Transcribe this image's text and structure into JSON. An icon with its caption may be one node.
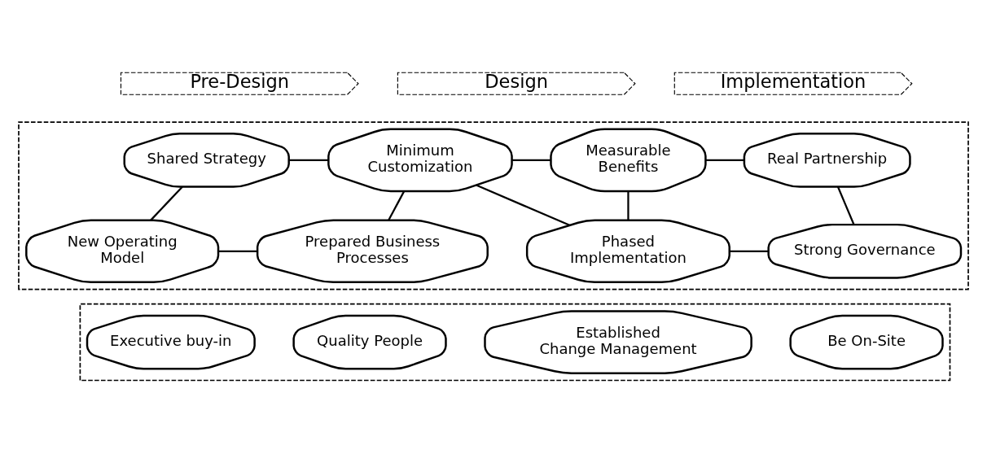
{
  "diagram": {
    "nodes": [
      {
        "text": [
          "Pre-Design"
        ]
      },
      {
        "text": [
          "Design"
        ]
      },
      {
        "text": [
          "Implementation"
        ]
      },
      {
        "text": [],
        "shape": "box"
      },
      {
        "text": [
          "Shared Strategy"
        ],
        "in": 3
      },
      {
        "text": [
          "Minimum Customization"
        ],
        "in": 3
      },
      {
        "text": [
          "Measurable Benefits"
        ],
        "in": 3
      },
      {
        "text": [
          "Real Partnership"
        ],
        "in": 3
      },
      {
        "text": [
          "New Operating Model"
        ],
        "in": 3
      },
      {
        "text": [
          "Prepared Business Processes"
        ],
        "in": 3
      },
      {
        "text": [
          "Phased Implementation"
        ],
        "in": 3
      },
      {
        "text": [
          "Strong Governance"
        ],
        "in": 3
      },
      {
        "text": [],
        "shape": "box"
      },
      {
        "text": [
          "Executive buy-in"
        ],
        "in": 12
      },
      {
        "text": [
          "Quality People"
        ],
        "in": 12
      },
      {
        "text": [
          "Established Change Management"
        ],
        "in": 12
      },
      {
        "text": [
          "Be On-Site"
        ],
        "in": 12
      }
    ],
    "edges": [
      {
        "from": 4,
        "to": 5,
        "arrow": "none"
      },
      {
        "from": 5,
        "to": 6,
        "arrow": "none"
      },
      {
        "from": 6,
        "to": 7,
        "arrow": "none"
      },
      {
        "from": 4,
        "to": 8,
        "arrow": "none"
      },
      {
        "from": 5,
        "to": 9,
        "arrow": "none"
      },
      {
        "from": 5,
        "to": 10,
        "arrow": "none"
      },
      {
        "from": 6,
        "to": 10,
        "arrow": "none"
      },
      {
        "from": 7,
        "to": 11,
        "arrow": "none"
      },
      {
        "from": 8,
        "to": 9,
        "arrow": "none"
      },
      {
        "from": 10,
        "to": 11,
        "arrow": "none"
      }
    ]
  }
}
